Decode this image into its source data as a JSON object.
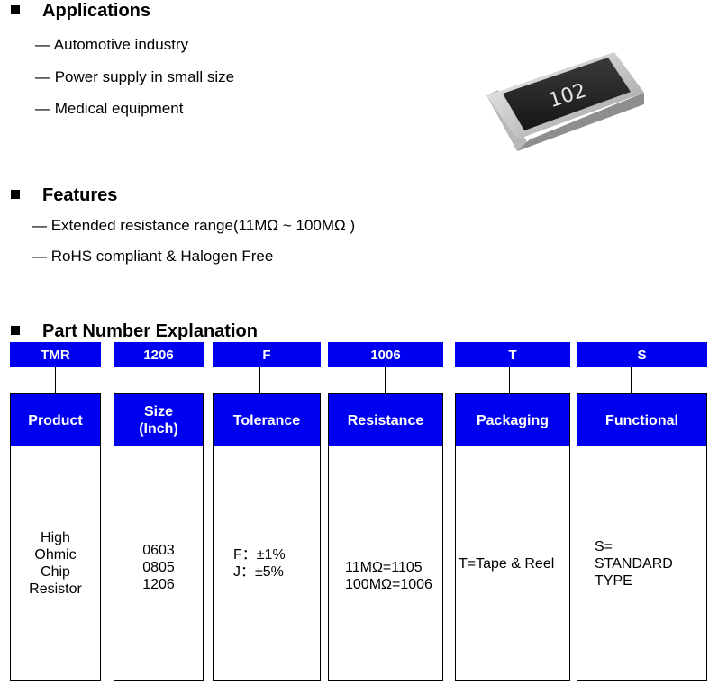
{
  "applications": {
    "title": "Applications",
    "items": [
      "— Automotive industry",
      "— Power supply in small size",
      "— Medical equipment"
    ]
  },
  "chip_image": {
    "marking": "102"
  },
  "features": {
    "title": "Features",
    "items": [
      "—  Extended resistance range(11MΩ ~ 100MΩ )",
      "—  RoHS compliant & Halogen Free"
    ]
  },
  "part_number": {
    "title": "Part Number Explanation",
    "columns": [
      {
        "code": "TMR",
        "header": "Product",
        "body": "High\nOhmic\nChip\nResistor"
      },
      {
        "code": "1206",
        "header": "Size\n(Inch)",
        "body": "0603\n0805\n1206"
      },
      {
        "code": "F",
        "header": "Tolerance",
        "body": "F：±1%\nJ：±5%"
      },
      {
        "code": "1006",
        "header": "Resistance",
        "body": "11MΩ=1105\n100MΩ=1006"
      },
      {
        "code": "T",
        "header": "Packaging",
        "body": "T=Tape & Reel"
      },
      {
        "code": "S",
        "header": "Functional",
        "body": "S=\nSTANDARD\nTYPE"
      }
    ]
  },
  "colors": {
    "accent_blue": "#0000f0"
  }
}
